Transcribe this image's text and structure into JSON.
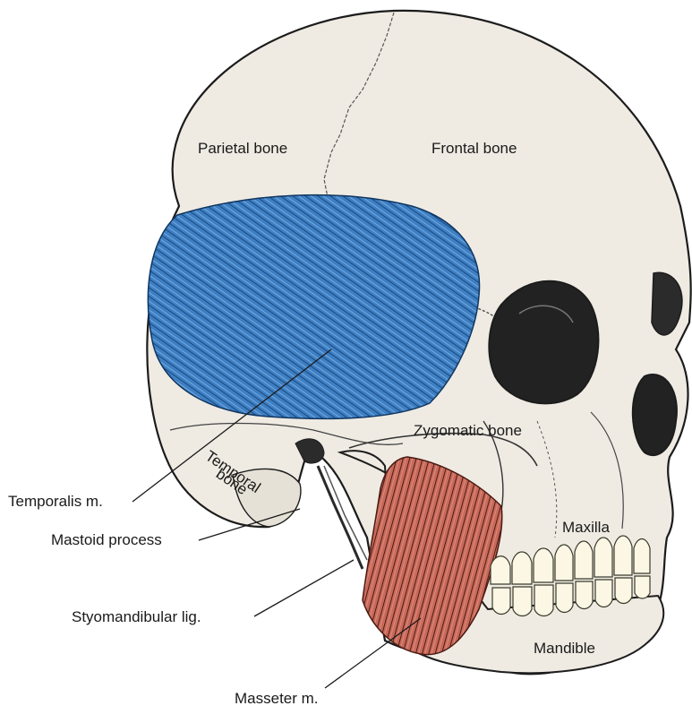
{
  "labels": {
    "parietal": "Parietal bone",
    "frontal": "Frontal bone",
    "zygomatic": "Zygomatic bone",
    "temporal_line1": "Temporal",
    "temporal_line2": "bone",
    "temporalis": "Temporalis m.",
    "mastoid": "Mastoid process",
    "stylomandibular": "Styomandibular lig.",
    "maxilla": "Maxilla",
    "mandible": "Mandible",
    "masseter": "Masseter m."
  },
  "colors": {
    "bone": "#efebe3",
    "outline": "#1c1c1c",
    "temporalis_muscle": "#3d7fc4",
    "masseter_muscle": "#c9695a",
    "teeth": "#fbf7e4",
    "cavity": "#222222"
  },
  "icons": [
    "skull-illustration",
    "temporalis-muscle",
    "masseter-muscle"
  ]
}
